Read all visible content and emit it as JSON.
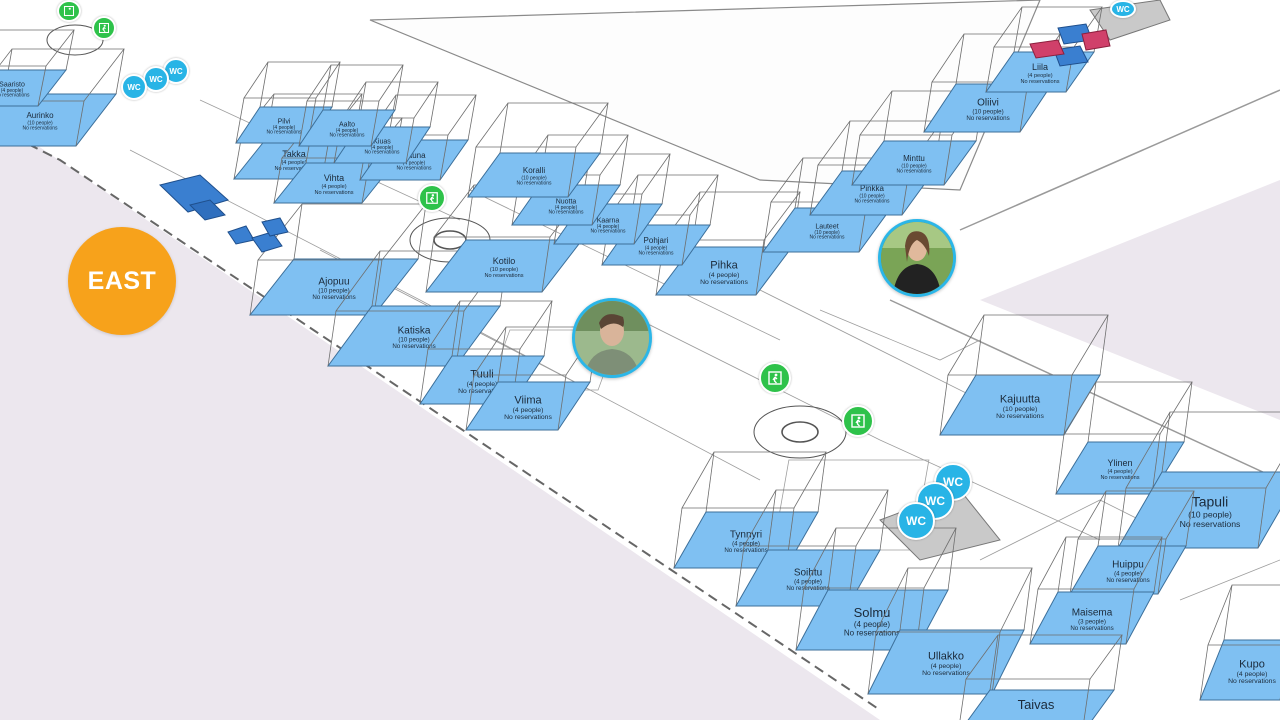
{
  "zone_badge": {
    "label": "EAST",
    "color": "#f7a21b"
  },
  "rooms": [
    {
      "name": "Kajuutta",
      "capacity": "(10 people)",
      "status": "No reservations"
    },
    {
      "name": "Ylinen",
      "capacity": "(4 people)",
      "status": "No reservations"
    },
    {
      "name": "Tapuli",
      "capacity": "(10 people)",
      "status": "No reservations"
    },
    {
      "name": "Huippu",
      "capacity": "(4 people)",
      "status": "No reservations"
    },
    {
      "name": "Maisema",
      "capacity": "(3 people)",
      "status": "No reservations"
    },
    {
      "name": "Tynnyri",
      "capacity": "(4 people)",
      "status": "No reservations"
    },
    {
      "name": "Soihtu",
      "capacity": "(4 people)",
      "status": "No reservations"
    },
    {
      "name": "Solmu",
      "capacity": "(4 people)",
      "status": "No reservations"
    },
    {
      "name": "Ullakko",
      "capacity": "(4 people)",
      "status": "No reservations"
    },
    {
      "name": "Kupo",
      "capacity": "(4 people)",
      "status": "No reservations"
    },
    {
      "name": "Taivas",
      "capacity": "",
      "status": ""
    },
    {
      "name": "Ajopuu",
      "capacity": "(10 people)",
      "status": "No reservations"
    },
    {
      "name": "Katiska",
      "capacity": "(10 people)",
      "status": "No reservations"
    },
    {
      "name": "Tuuli",
      "capacity": "(4 people)",
      "status": "No reservations"
    },
    {
      "name": "Viima",
      "capacity": "(4 people)",
      "status": "No reservations"
    },
    {
      "name": "Kotilo",
      "capacity": "(10 people)",
      "status": "No reservations"
    },
    {
      "name": "Pihka",
      "capacity": "(4 people)",
      "status": "No reservations"
    },
    {
      "name": "Pohjari",
      "capacity": "(4 people)",
      "status": "No reservations"
    },
    {
      "name": "Kaarna",
      "capacity": "(4 people)",
      "status": "No reservations"
    },
    {
      "name": "Nuotta",
      "capacity": "(4 people)",
      "status": "No reservations"
    },
    {
      "name": "Koralli",
      "capacity": "(10 people)",
      "status": "No reservations"
    },
    {
      "name": "Lauteet",
      "capacity": "(10 people)",
      "status": "No reservations"
    },
    {
      "name": "Pinkka",
      "capacity": "(10 people)",
      "status": "No reservations"
    },
    {
      "name": "Minttu",
      "capacity": "(10 people)",
      "status": "No reservations"
    },
    {
      "name": "Oliivi",
      "capacity": "(10 people)",
      "status": "No reservations"
    },
    {
      "name": "Liila",
      "capacity": "(4 people)",
      "status": "No reservations"
    },
    {
      "name": "Takka",
      "capacity": "(4 people)",
      "status": "No reservations"
    },
    {
      "name": "Vihta",
      "capacity": "(4 people)",
      "status": "No reservations"
    },
    {
      "name": "Sauna",
      "capacity": "(4 people)",
      "status": "No reservations"
    },
    {
      "name": "Kiuas",
      "capacity": "(4 people)",
      "status": "No reservations"
    },
    {
      "name": "Pilvi",
      "capacity": "(4 people)",
      "status": "No reservations"
    },
    {
      "name": "Aalto",
      "capacity": "(4 people)",
      "status": "No reservations"
    },
    {
      "name": "Aurinko",
      "capacity": "(10 people)",
      "status": "No reservations"
    },
    {
      "name": "Saaristo",
      "capacity": "(4 people)",
      "status": "No reservations"
    }
  ],
  "wc_label": "WC",
  "colors": {
    "room_fill": "#7fc0f2",
    "wc": "#28b4e6",
    "exit": "#2ec24a",
    "avatar_ring": "#2bb6e8"
  }
}
